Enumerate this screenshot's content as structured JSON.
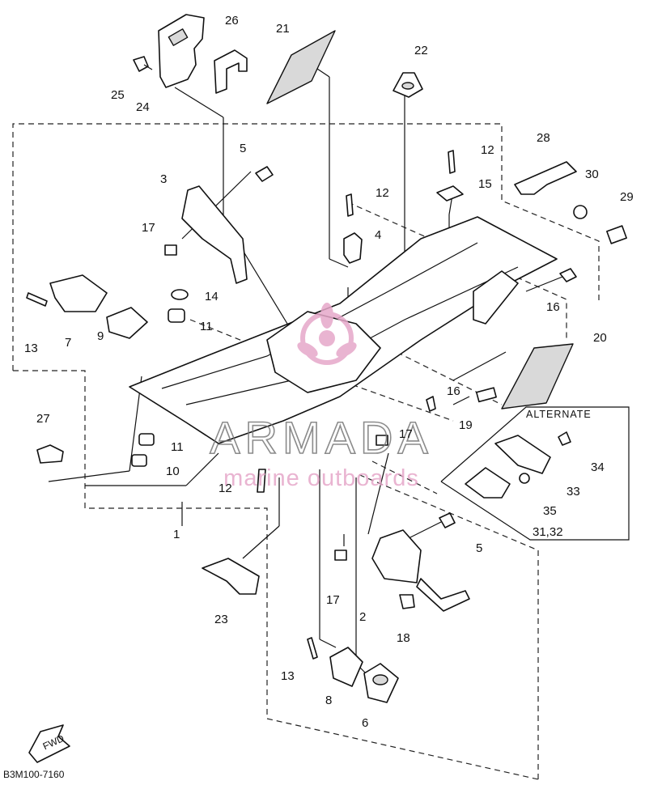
{
  "diagram": {
    "callouts": [
      {
        "id": "c-26",
        "text": "26"
      },
      {
        "id": "c-21",
        "text": "21"
      },
      {
        "id": "c-22",
        "text": "22"
      },
      {
        "id": "c-25",
        "text": "25"
      },
      {
        "id": "c-24",
        "text": "24"
      },
      {
        "id": "c-5a",
        "text": "5"
      },
      {
        "id": "c-3",
        "text": "3"
      },
      {
        "id": "c-12a",
        "text": "12"
      },
      {
        "id": "c-12b",
        "text": "12"
      },
      {
        "id": "c-28",
        "text": "28"
      },
      {
        "id": "c-15",
        "text": "15"
      },
      {
        "id": "c-30",
        "text": "30"
      },
      {
        "id": "c-29",
        "text": "29"
      },
      {
        "id": "c-17a",
        "text": "17"
      },
      {
        "id": "c-4",
        "text": "4"
      },
      {
        "id": "c-16a",
        "text": "16"
      },
      {
        "id": "c-14",
        "text": "14"
      },
      {
        "id": "c-11a",
        "text": "11"
      },
      {
        "id": "c-13a",
        "text": "13"
      },
      {
        "id": "c-7",
        "text": "7"
      },
      {
        "id": "c-9",
        "text": "9"
      },
      {
        "id": "c-20",
        "text": "20"
      },
      {
        "id": "c-16b",
        "text": "16"
      },
      {
        "id": "c-19",
        "text": "19"
      },
      {
        "id": "c-17b",
        "text": "17"
      },
      {
        "id": "c-27",
        "text": "27"
      },
      {
        "id": "c-11b",
        "text": "11"
      },
      {
        "id": "c-10",
        "text": "10"
      },
      {
        "id": "c-12c",
        "text": "12"
      },
      {
        "id": "c-34",
        "text": "34"
      },
      {
        "id": "c-33",
        "text": "33"
      },
      {
        "id": "c-35",
        "text": "35"
      },
      {
        "id": "c-3132",
        "text": "31,32"
      },
      {
        "id": "c-1",
        "text": "1"
      },
      {
        "id": "c-5b",
        "text": "5"
      },
      {
        "id": "c-17c",
        "text": "17"
      },
      {
        "id": "c-2",
        "text": "2"
      },
      {
        "id": "c-18",
        "text": "18"
      },
      {
        "id": "c-23",
        "text": "23"
      },
      {
        "id": "c-13b",
        "text": "13"
      },
      {
        "id": "c-8",
        "text": "8"
      },
      {
        "id": "c-6",
        "text": "6"
      }
    ],
    "alternate_label": "ALTERNATE",
    "diagram_code": "B3M100-7160",
    "fwd_label": "FWD"
  },
  "watermark": {
    "brand": "ARMADA",
    "tagline": "marine outboards"
  }
}
